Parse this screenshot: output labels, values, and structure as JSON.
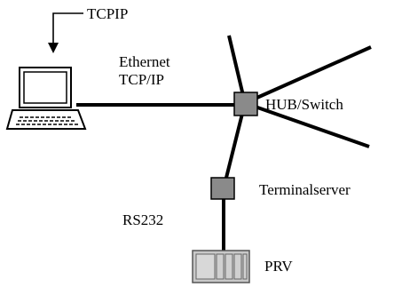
{
  "labels": {
    "tcpip": "TCPIP",
    "ethernet": "Ethernet",
    "tcp_ip": "TCP/IP",
    "hub_switch": "HUB/Switch",
    "terminalserver": "Terminalserver",
    "rs232": "RS232",
    "prv": "PRV"
  },
  "icons": {
    "computer": "laptop-computer-icon",
    "hub": "hub-switch-node-icon",
    "terminalserver": "terminalserver-node-icon",
    "prv": "prv-rack-icon"
  },
  "colors": {
    "line": "#000000",
    "node_fill": "#8a8a8a",
    "rack_fill": "#c8c8c8"
  }
}
